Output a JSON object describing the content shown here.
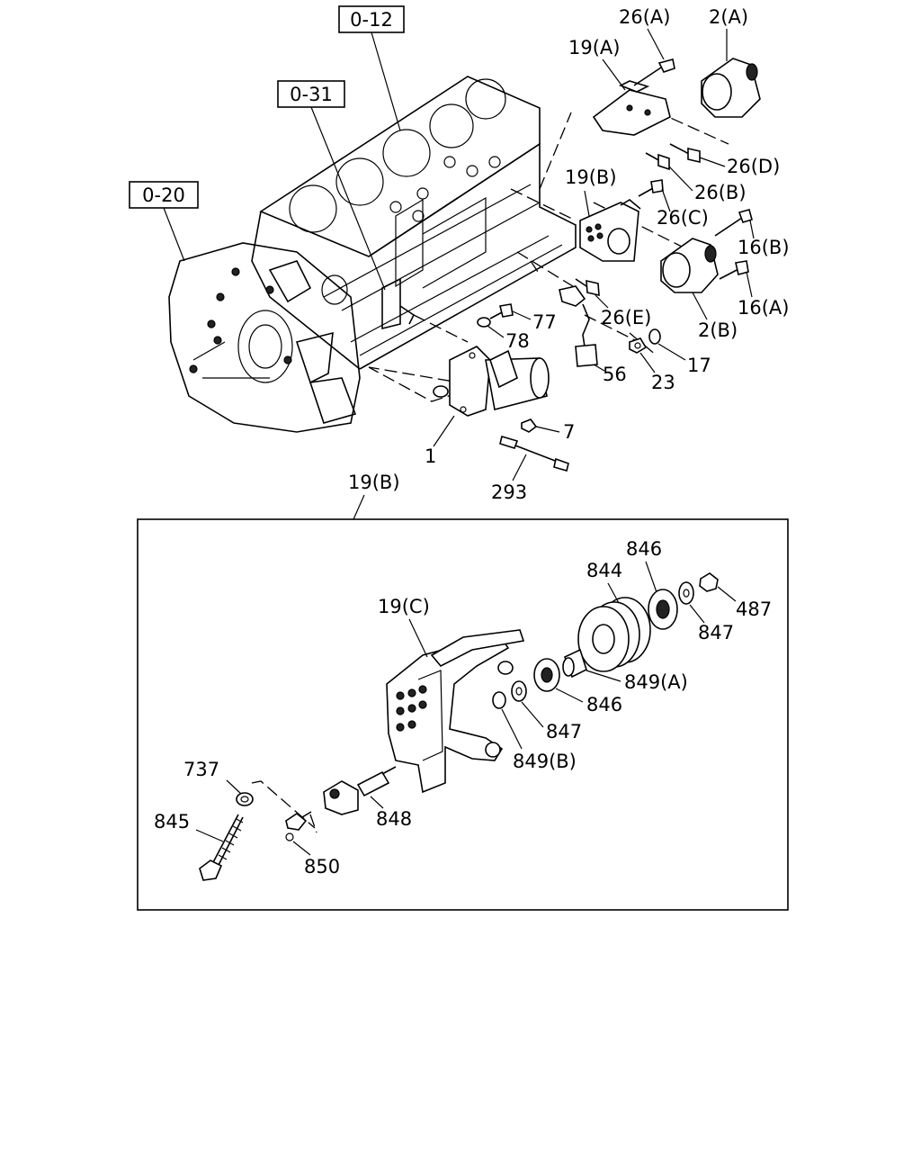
{
  "refs": {
    "r012": "0-12",
    "r031": "0-31",
    "r020": "0-20"
  },
  "labels": {
    "l26a": "26(A)",
    "l2a": "2(A)",
    "l19a": "19(A)",
    "l26d": "26(D)",
    "l26b": "26(B)",
    "l19b_top": "19(B)",
    "l26c": "26(C)",
    "l16b": "16(B)",
    "l16a": "16(A)",
    "l26e": "26(E)",
    "l2b": "2(B)",
    "l77": "77",
    "l78": "78",
    "l56": "56",
    "l23": "23",
    "l17": "17",
    "l7": "7",
    "l1": "1",
    "l293": "293",
    "l19b_detail": "19(B)"
  },
  "detail_labels": {
    "d846a": "846",
    "d844": "844",
    "d487": "487",
    "d19c": "19(C)",
    "d847a": "847",
    "d849a": "849(A)",
    "d846b": "846",
    "d847b": "847",
    "d849b": "849(B)",
    "d737": "737",
    "d845": "845",
    "d848": "848",
    "d850": "850"
  }
}
